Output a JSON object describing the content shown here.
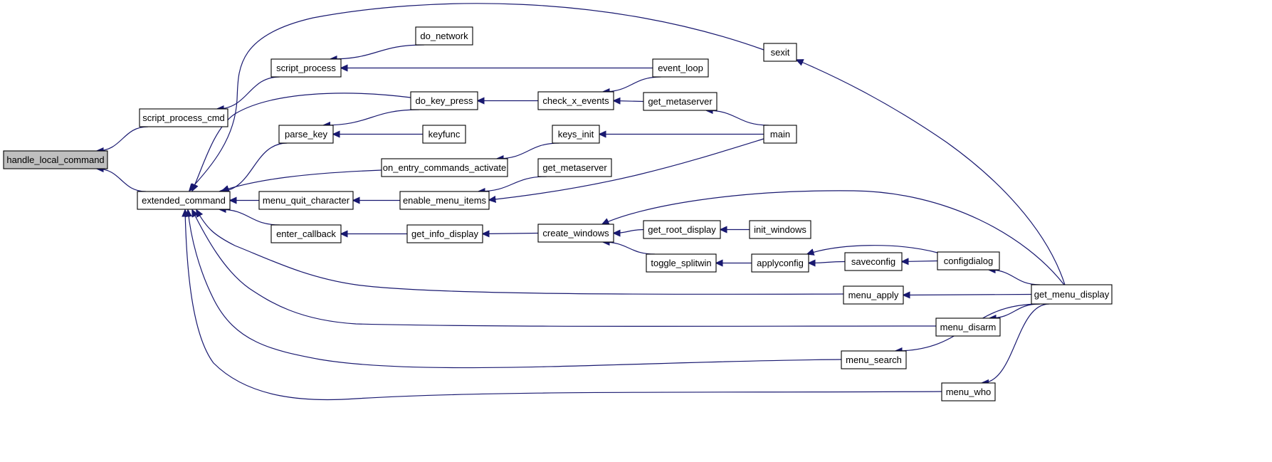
{
  "diagram": {
    "root": "handle_local_command",
    "nodes": [
      {
        "id": "handle_local_command",
        "label": "handle_local_command"
      },
      {
        "id": "script_process_cmd",
        "label": "script_process_cmd"
      },
      {
        "id": "extended_command",
        "label": "extended_command"
      },
      {
        "id": "script_process",
        "label": "script_process"
      },
      {
        "id": "parse_key",
        "label": "parse_key"
      },
      {
        "id": "menu_quit_character",
        "label": "menu_quit_character"
      },
      {
        "id": "enter_callback",
        "label": "enter_callback"
      },
      {
        "id": "do_network",
        "label": "do_network"
      },
      {
        "id": "do_key_press",
        "label": "do_key_press"
      },
      {
        "id": "keyfunc",
        "label": "keyfunc"
      },
      {
        "id": "on_entry_commands_activate",
        "label": "on_entry_commands_activate"
      },
      {
        "id": "enable_menu_items",
        "label": "enable_menu_items"
      },
      {
        "id": "get_info_display",
        "label": "get_info_display"
      },
      {
        "id": "check_x_events",
        "label": "check_x_events"
      },
      {
        "id": "keys_init",
        "label": "keys_init"
      },
      {
        "id": "get_metaserver_a",
        "label": "get_metaserver"
      },
      {
        "id": "create_windows",
        "label": "create_windows"
      },
      {
        "id": "event_loop",
        "label": "event_loop"
      },
      {
        "id": "get_metaserver_b",
        "label": "get_metaserver"
      },
      {
        "id": "get_root_display",
        "label": "get_root_display"
      },
      {
        "id": "toggle_splitwin",
        "label": "toggle_splitwin"
      },
      {
        "id": "init_windows",
        "label": "init_windows"
      },
      {
        "id": "applyconfig",
        "label": "applyconfig"
      },
      {
        "id": "saveconfig",
        "label": "saveconfig"
      },
      {
        "id": "sexit",
        "label": "sexit"
      },
      {
        "id": "main",
        "label": "main"
      },
      {
        "id": "configdialog",
        "label": "configdialog"
      },
      {
        "id": "menu_apply",
        "label": "menu_apply"
      },
      {
        "id": "menu_disarm",
        "label": "menu_disarm"
      },
      {
        "id": "menu_search",
        "label": "menu_search"
      },
      {
        "id": "menu_who",
        "label": "menu_who"
      },
      {
        "id": "get_menu_display",
        "label": "get_menu_display"
      }
    ],
    "edges": [
      {
        "from": "script_process_cmd",
        "to": "handle_local_command"
      },
      {
        "from": "extended_command",
        "to": "handle_local_command"
      },
      {
        "from": "script_process",
        "to": "script_process_cmd"
      },
      {
        "from": "do_network",
        "to": "script_process"
      },
      {
        "from": "event_loop",
        "to": "script_process"
      },
      {
        "from": "sexit",
        "to": "extended_command"
      },
      {
        "from": "do_key_press",
        "to": "extended_command"
      },
      {
        "from": "parse_key",
        "to": "extended_command"
      },
      {
        "from": "on_entry_commands_activate",
        "to": "extended_command"
      },
      {
        "from": "menu_quit_character",
        "to": "extended_command"
      },
      {
        "from": "enter_callback",
        "to": "extended_command"
      },
      {
        "from": "menu_apply",
        "to": "extended_command"
      },
      {
        "from": "menu_disarm",
        "to": "extended_command"
      },
      {
        "from": "menu_search",
        "to": "extended_command"
      },
      {
        "from": "menu_who",
        "to": "extended_command"
      },
      {
        "from": "do_key_press",
        "to": "parse_key"
      },
      {
        "from": "keyfunc",
        "to": "parse_key"
      },
      {
        "from": "check_x_events",
        "to": "do_key_press"
      },
      {
        "from": "event_loop",
        "to": "check_x_events"
      },
      {
        "from": "get_metaserver_a",
        "to": "check_x_events"
      },
      {
        "from": "main",
        "to": "get_metaserver_a"
      },
      {
        "from": "keys_init",
        "to": "on_entry_commands_activate"
      },
      {
        "from": "main",
        "to": "keys_init"
      },
      {
        "from": "enable_menu_items",
        "to": "menu_quit_character"
      },
      {
        "from": "get_metaserver_b",
        "to": "enable_menu_items"
      },
      {
        "from": "main",
        "to": "enable_menu_items"
      },
      {
        "from": "get_info_display",
        "to": "enter_callback"
      },
      {
        "from": "create_windows",
        "to": "get_info_display"
      },
      {
        "from": "get_root_display",
        "to": "create_windows"
      },
      {
        "from": "toggle_splitwin",
        "to": "create_windows"
      },
      {
        "from": "get_menu_display",
        "to": "create_windows"
      },
      {
        "from": "init_windows",
        "to": "get_root_display"
      },
      {
        "from": "applyconfig",
        "to": "toggle_splitwin"
      },
      {
        "from": "saveconfig",
        "to": "applyconfig"
      },
      {
        "from": "configdialog",
        "to": "applyconfig"
      },
      {
        "from": "configdialog",
        "to": "saveconfig"
      },
      {
        "from": "get_menu_display",
        "to": "sexit"
      },
      {
        "from": "get_menu_display",
        "to": "configdialog"
      },
      {
        "from": "get_menu_display",
        "to": "menu_apply"
      },
      {
        "from": "get_menu_display",
        "to": "menu_disarm"
      },
      {
        "from": "get_menu_display",
        "to": "menu_search"
      },
      {
        "from": "get_menu_display",
        "to": "menu_who"
      }
    ]
  }
}
